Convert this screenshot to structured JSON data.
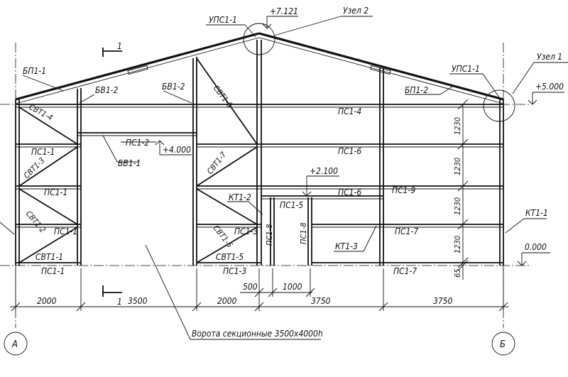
{
  "labels": {
    "ups_left": "УПС1-1",
    "top_elev": "+7.121",
    "node2": "Узел 2",
    "node1": "Узел 1",
    "ups_right": "УПС1-1",
    "elev_500": "+5.000",
    "elev_400": "+4.000",
    "elev_210": "+2.100",
    "elev_000": "0.000",
    "section_mark": "1",
    "section_mark_bottom": "1",
    "bp_left": "БП1-1",
    "bp_right": "БП1-2",
    "bv_a": "БВ1-2",
    "bv_b": "БВ1-2",
    "bv_c": "БВ1-1",
    "svt8": "СВТ1-8",
    "svt7": "СВТ1-7",
    "svt6": "СВТ1-6",
    "svt5": "СВТ1-5",
    "svt4": "СВТ1-4",
    "svt3": "СВТ1-3",
    "svt2": "СВТ1-2",
    "svt1": "СВТ1-1",
    "ps2": "ПС1-2",
    "ps1a": "ПС1-1",
    "ps1b": "ПС1-1",
    "ps1c": "ПС1-1",
    "ps1d": "ПС1-1",
    "ps3a": "ПС1-3",
    "ps3b": "ПС1-3",
    "ps4": "ПС1-4",
    "ps6a": "ПС1-6",
    "ps6b": "ПС1-6",
    "ps5": "ПС1-5",
    "ps9": "ПС1-9",
    "ps7a": "ПС1-7",
    "ps7b": "ПС1-7",
    "ps8a": "ПС1-8",
    "ps8b": "ПС1-8",
    "kt2": "КТ1-2",
    "kt3": "КТ1-3",
    "kt1": "КТ1-1",
    "gate": "Ворота секционные 3500х4000h",
    "axis_a": "А",
    "axis_b": "Б"
  },
  "dimensions": {
    "h1": "1230",
    "h2": "1230",
    "h3": "1230",
    "h4": "1230",
    "h5": "65",
    "d2000a": "2000",
    "d3500": "3500",
    "d500": "500",
    "d1000": "1000",
    "d2000b": "2000",
    "d3750a": "3750",
    "d3750b": "3750"
  }
}
